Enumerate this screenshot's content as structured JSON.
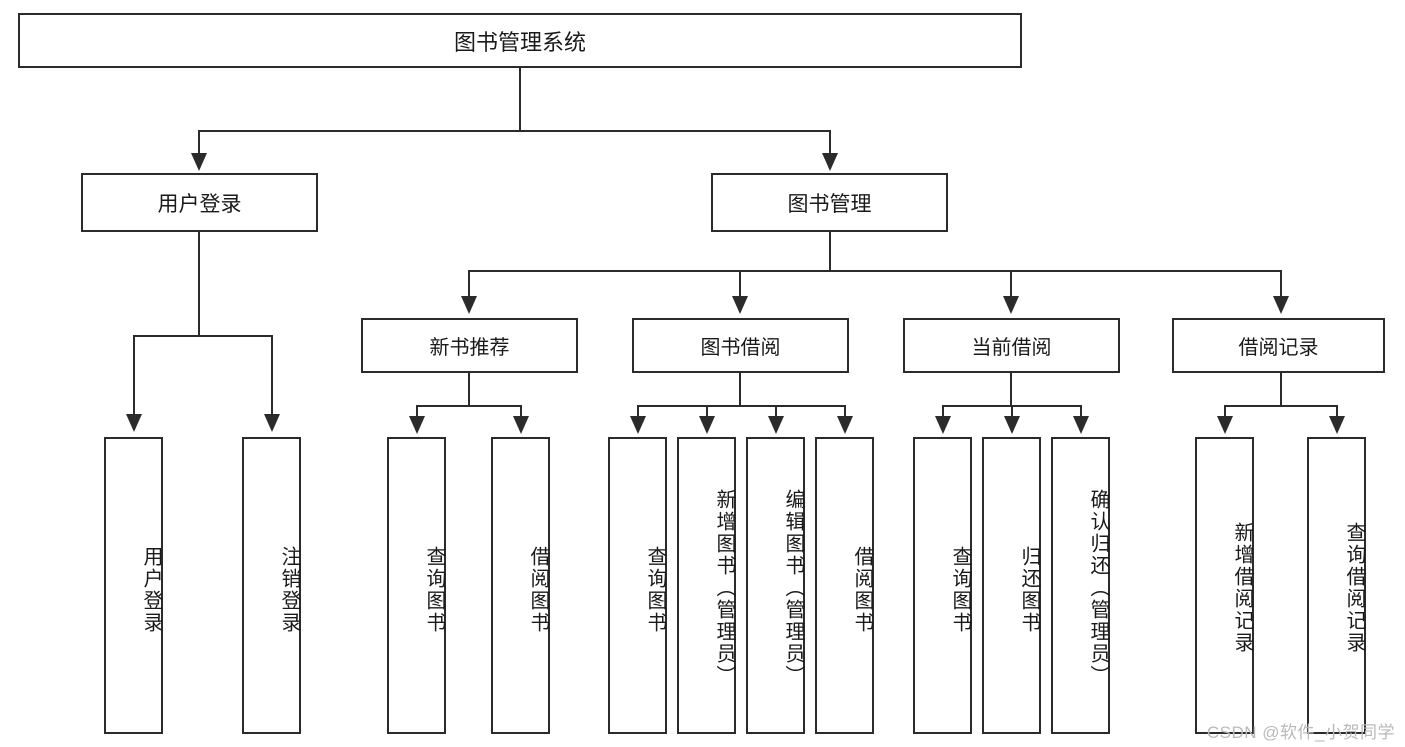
{
  "diagram": {
    "title": "图书管理系统",
    "type": "functional-structure-tree",
    "root": {
      "label": "图书管理系统"
    },
    "level2": [
      {
        "label": "用户登录"
      },
      {
        "label": "图书管理"
      }
    ],
    "level3": [
      {
        "label": "新书推荐",
        "parent": "图书管理"
      },
      {
        "label": "图书借阅",
        "parent": "图书管理"
      },
      {
        "label": "当前借阅",
        "parent": "图书管理"
      },
      {
        "label": "借阅记录",
        "parent": "图书管理"
      }
    ],
    "leaves": {
      "user_login": [
        {
          "label": "用户登录"
        },
        {
          "label": "注销登录"
        }
      ],
      "new_book_recommend": [
        {
          "label": "查询图书"
        },
        {
          "label": "借阅图书"
        }
      ],
      "book_borrow": [
        {
          "label": "查询图书"
        },
        {
          "label": "新增图书（管理员）"
        },
        {
          "label": "编辑图书（管理员）"
        },
        {
          "label": "借阅图书"
        }
      ],
      "current_borrow": [
        {
          "label": "查询图书"
        },
        {
          "label": "归还图书"
        },
        {
          "label": "确认归还（管理员）"
        }
      ],
      "borrow_record": [
        {
          "label": "新增借阅记录"
        },
        {
          "label": "查询借阅记录"
        }
      ]
    }
  },
  "watermark": {
    "text": "CSDN @软件_小贺同学"
  },
  "colors": {
    "stroke": "#2b2b2b",
    "background": "#ffffff",
    "text": "#1a1a1a",
    "watermark": "#b9b9b9"
  }
}
